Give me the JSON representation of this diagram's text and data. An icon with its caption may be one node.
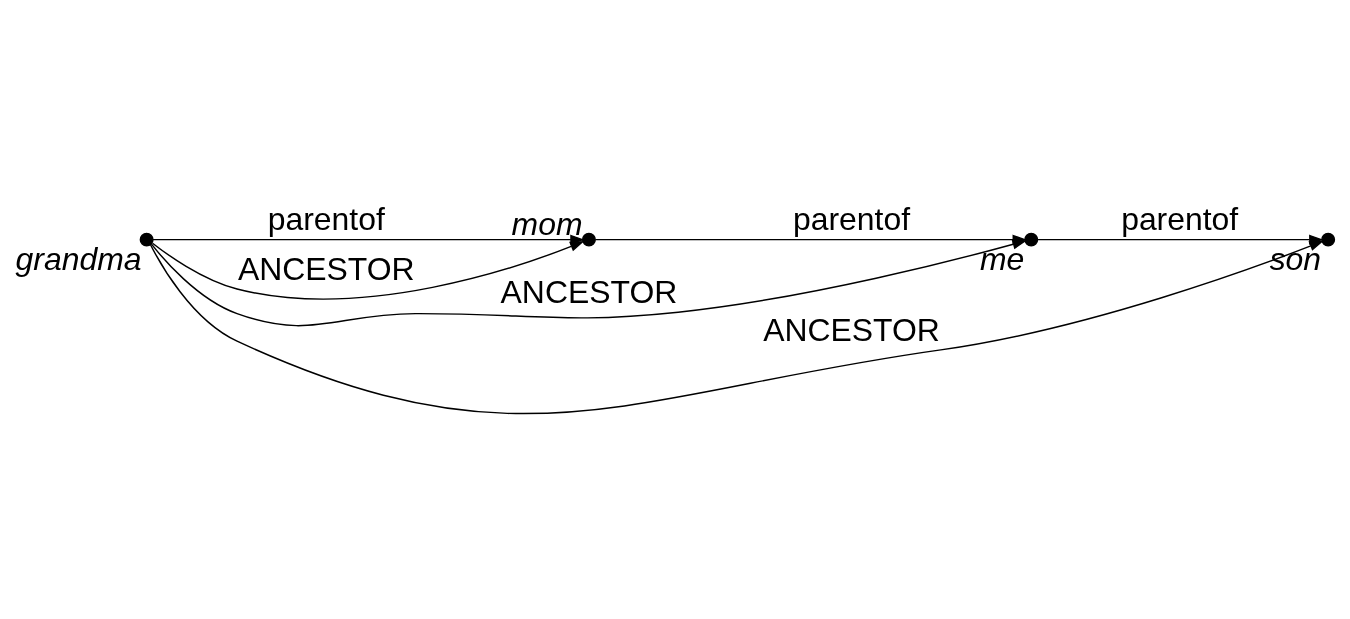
{
  "diagram": {
    "nodes": [
      {
        "text": [],
        "shape": "circle",
        "beside": [
          "grandma"
        ]
      },
      {
        "text": [],
        "shape": "circle",
        "beside": [
          "mom"
        ]
      },
      {
        "text": [],
        "shape": "circle",
        "beside": [
          "me"
        ]
      },
      {
        "text": [],
        "shape": "circle",
        "beside": [
          "son"
        ]
      }
    ],
    "edges": [
      {
        "from": 0,
        "to": 1,
        "arrow": "to",
        "label": "parentof"
      },
      {
        "from": 1,
        "to": 2,
        "arrow": "to",
        "label": "parentof"
      },
      {
        "from": 2,
        "to": 3,
        "arrow": "to",
        "label": "parentof"
      },
      {
        "from": 0,
        "to": 1,
        "arrow": "to",
        "label": "ANCESTOR"
      },
      {
        "from": 0,
        "to": 2,
        "arrow": "to",
        "label": "ANCESTOR"
      },
      {
        "from": 0,
        "to": 3,
        "arrow": "to",
        "label": "ANCESTOR"
      }
    ]
  }
}
